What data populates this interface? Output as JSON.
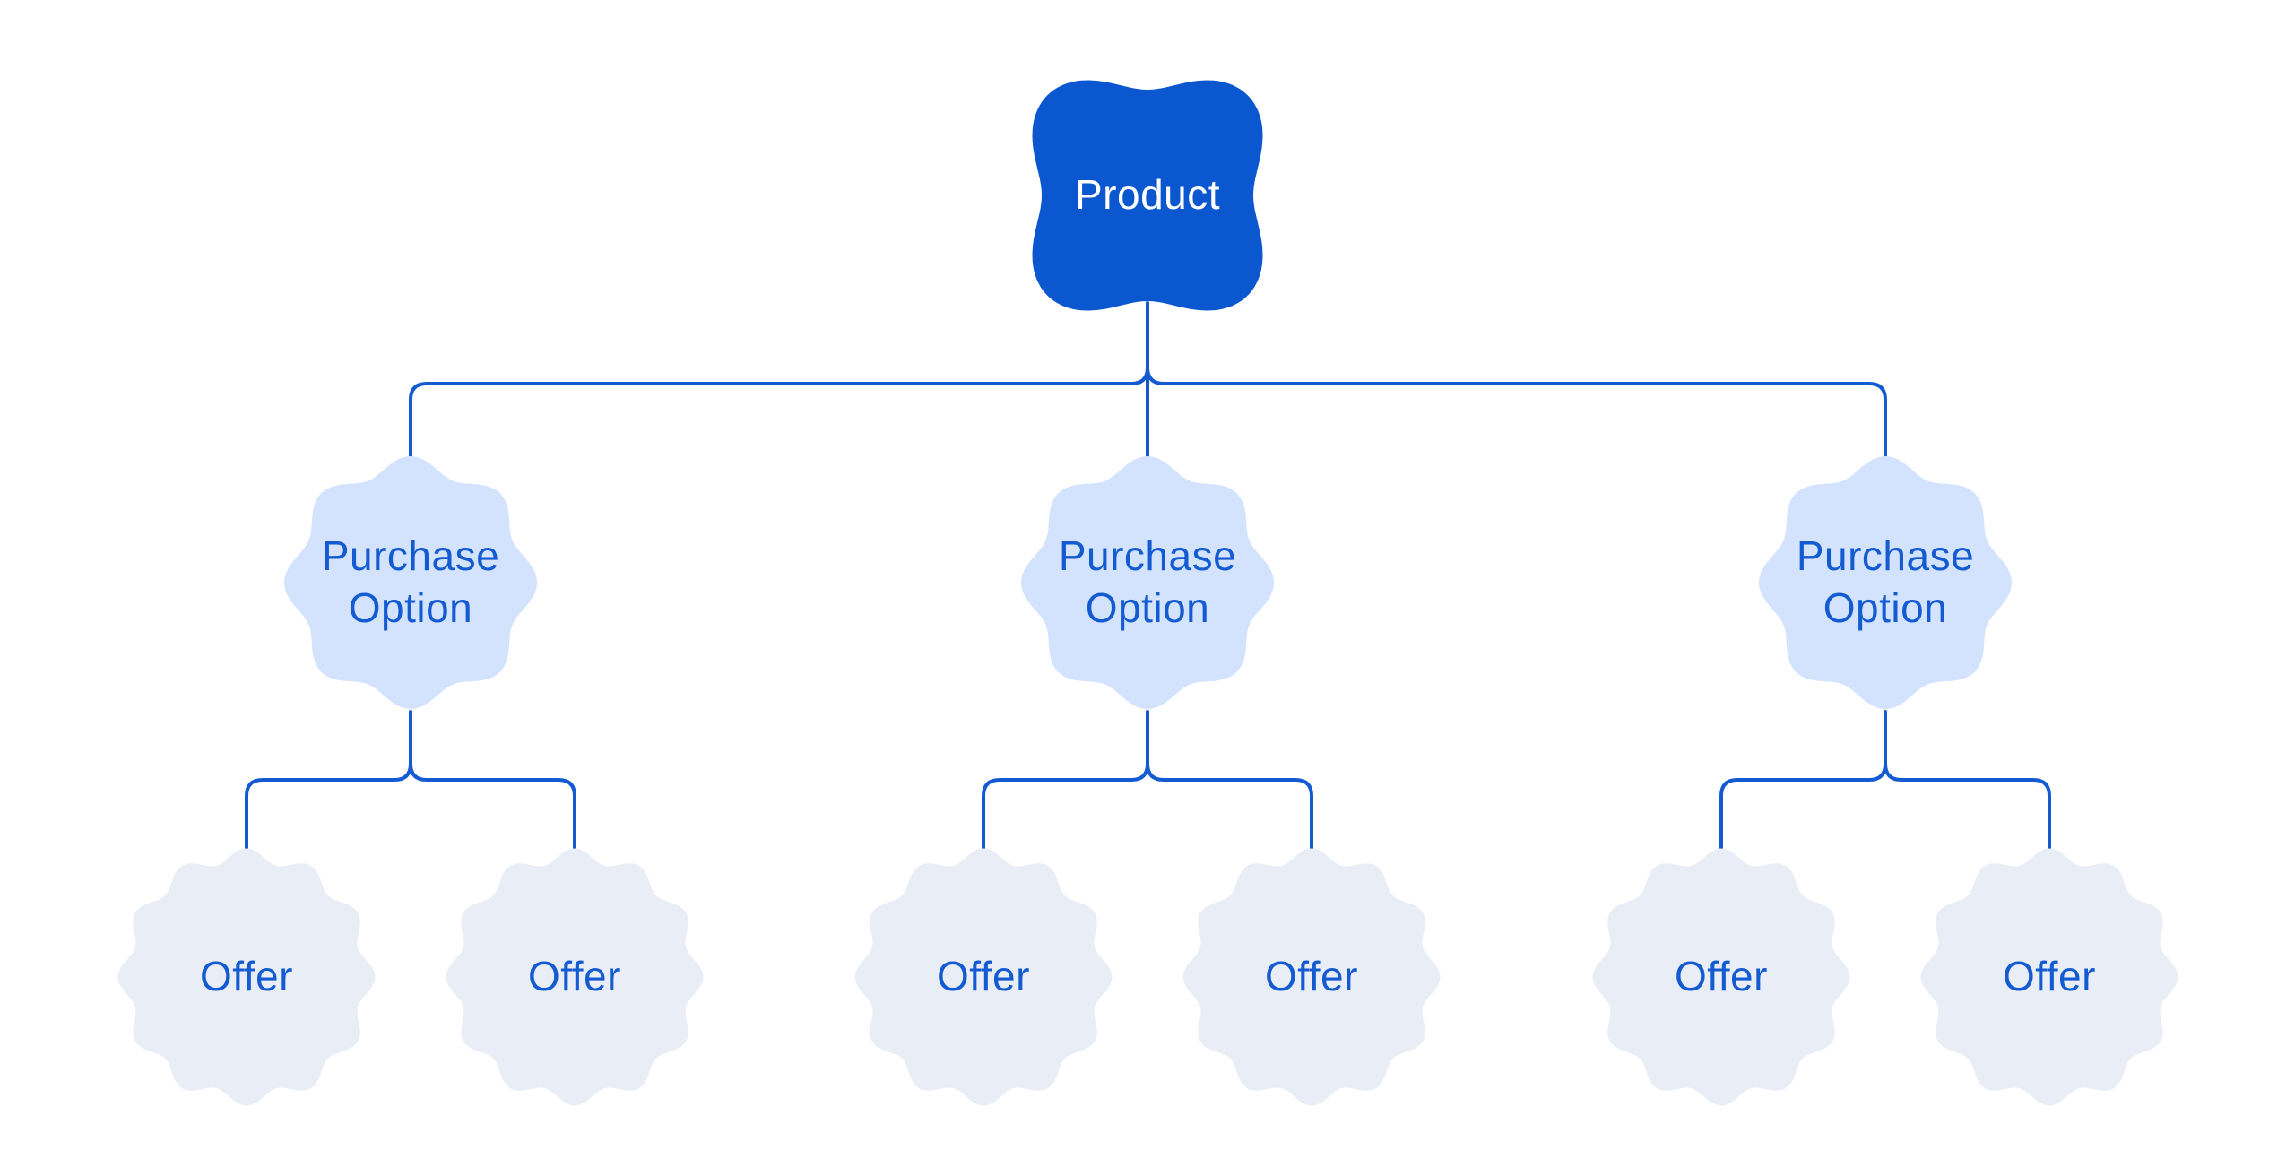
{
  "diagram": {
    "type": "tree",
    "background": "#ffffff",
    "colors": {
      "product_fill": "#0b57d0",
      "product_text": "#ffffff",
      "purchase_option_fill": "#d3e3fd",
      "offer_fill": "#e9edf6",
      "label_text": "#145bd2",
      "connector": "#145bd2"
    },
    "root": {
      "label": "Product"
    },
    "branches": [
      {
        "label": "Purchase Option",
        "children": [
          {
            "label": "Offer"
          },
          {
            "label": "Offer"
          }
        ]
      },
      {
        "label": "Purchase Option",
        "children": [
          {
            "label": "Offer"
          },
          {
            "label": "Offer"
          }
        ]
      },
      {
        "label": "Purchase Option",
        "children": [
          {
            "label": "Offer"
          },
          {
            "label": "Offer"
          }
        ]
      }
    ]
  }
}
